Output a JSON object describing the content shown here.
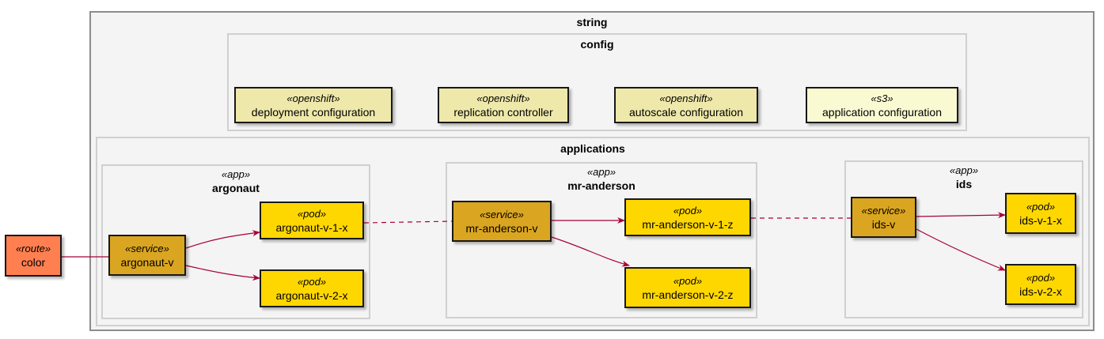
{
  "colors": {
    "openshift": "#EEE8AA",
    "s3": "#FAFAD2",
    "pod": "#FFD700",
    "service": "#DAA520",
    "route": "#FF7F50",
    "edge": "#A80036"
  },
  "string": {
    "title": "string"
  },
  "config": {
    "title": "config",
    "items": [
      {
        "stereotype": "«openshift»",
        "name": "deployment configuration"
      },
      {
        "stereotype": "«openshift»",
        "name": "replication controller"
      },
      {
        "stereotype": "«openshift»",
        "name": "autoscale configuration"
      },
      {
        "stereotype": "«s3»",
        "name": "application configuration"
      }
    ]
  },
  "applications": {
    "title": "applications",
    "argonaut": {
      "stereotype": "«app»",
      "name": "argonaut",
      "service": {
        "stereotype": "«service»",
        "name": "argonaut-v"
      },
      "pods": [
        {
          "stereotype": "«pod»",
          "name": "argonaut-v-1-x"
        },
        {
          "stereotype": "«pod»",
          "name": "argonaut-v-2-x"
        }
      ]
    },
    "mr_anderson": {
      "stereotype": "«app»",
      "name": "mr-anderson",
      "service": {
        "stereotype": "«service»",
        "name": "mr-anderson-v"
      },
      "pods": [
        {
          "stereotype": "«pod»",
          "name": "mr-anderson-v-1-z"
        },
        {
          "stereotype": "«pod»",
          "name": "mr-anderson-v-2-z"
        }
      ]
    },
    "ids": {
      "stereotype": "«app»",
      "name": "ids",
      "service": {
        "stereotype": "«service»",
        "name": "ids-v"
      },
      "pods": [
        {
          "stereotype": "«pod»",
          "name": "ids-v-1-x"
        },
        {
          "stereotype": "«pod»",
          "name": "ids-v-2-x"
        }
      ]
    }
  },
  "route": {
    "stereotype": "«route»",
    "name": "color"
  }
}
